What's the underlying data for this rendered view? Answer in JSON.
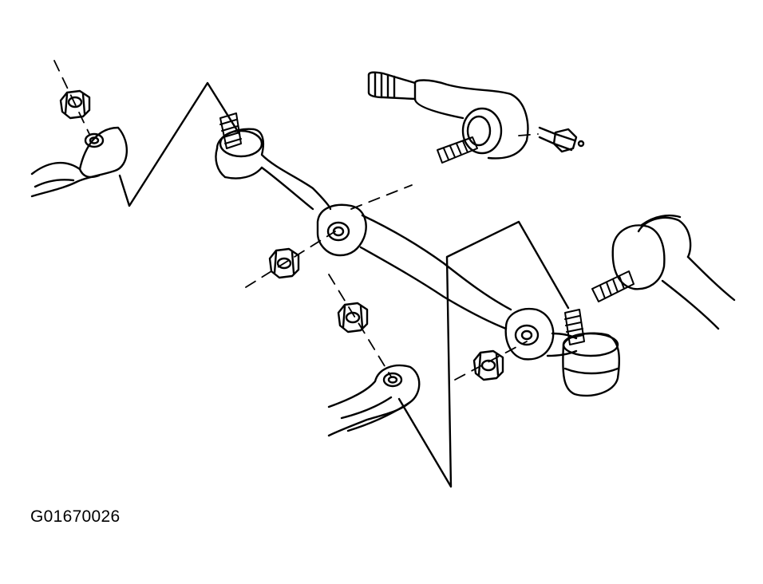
{
  "figure": {
    "code": "G01670026"
  },
  "colors": {
    "ink": "#000000",
    "paper": "#ffffff"
  },
  "parts": [
    {
      "name": "steering-knuckle-arm-left",
      "icon": "knuckle-arm"
    },
    {
      "name": "pitman-arm",
      "icon": "pitman-arm"
    },
    {
      "name": "relay-rod",
      "icon": "relay-rod"
    },
    {
      "name": "tie-rod-end-top",
      "icon": "tie-rod-end"
    },
    {
      "name": "tie-rod-end-right",
      "icon": "tie-rod-end"
    },
    {
      "name": "idler-arm",
      "icon": "idler-arm"
    },
    {
      "name": "castle-nut",
      "icon": "nut"
    },
    {
      "name": "cotter-pin",
      "icon": "pin"
    }
  ]
}
